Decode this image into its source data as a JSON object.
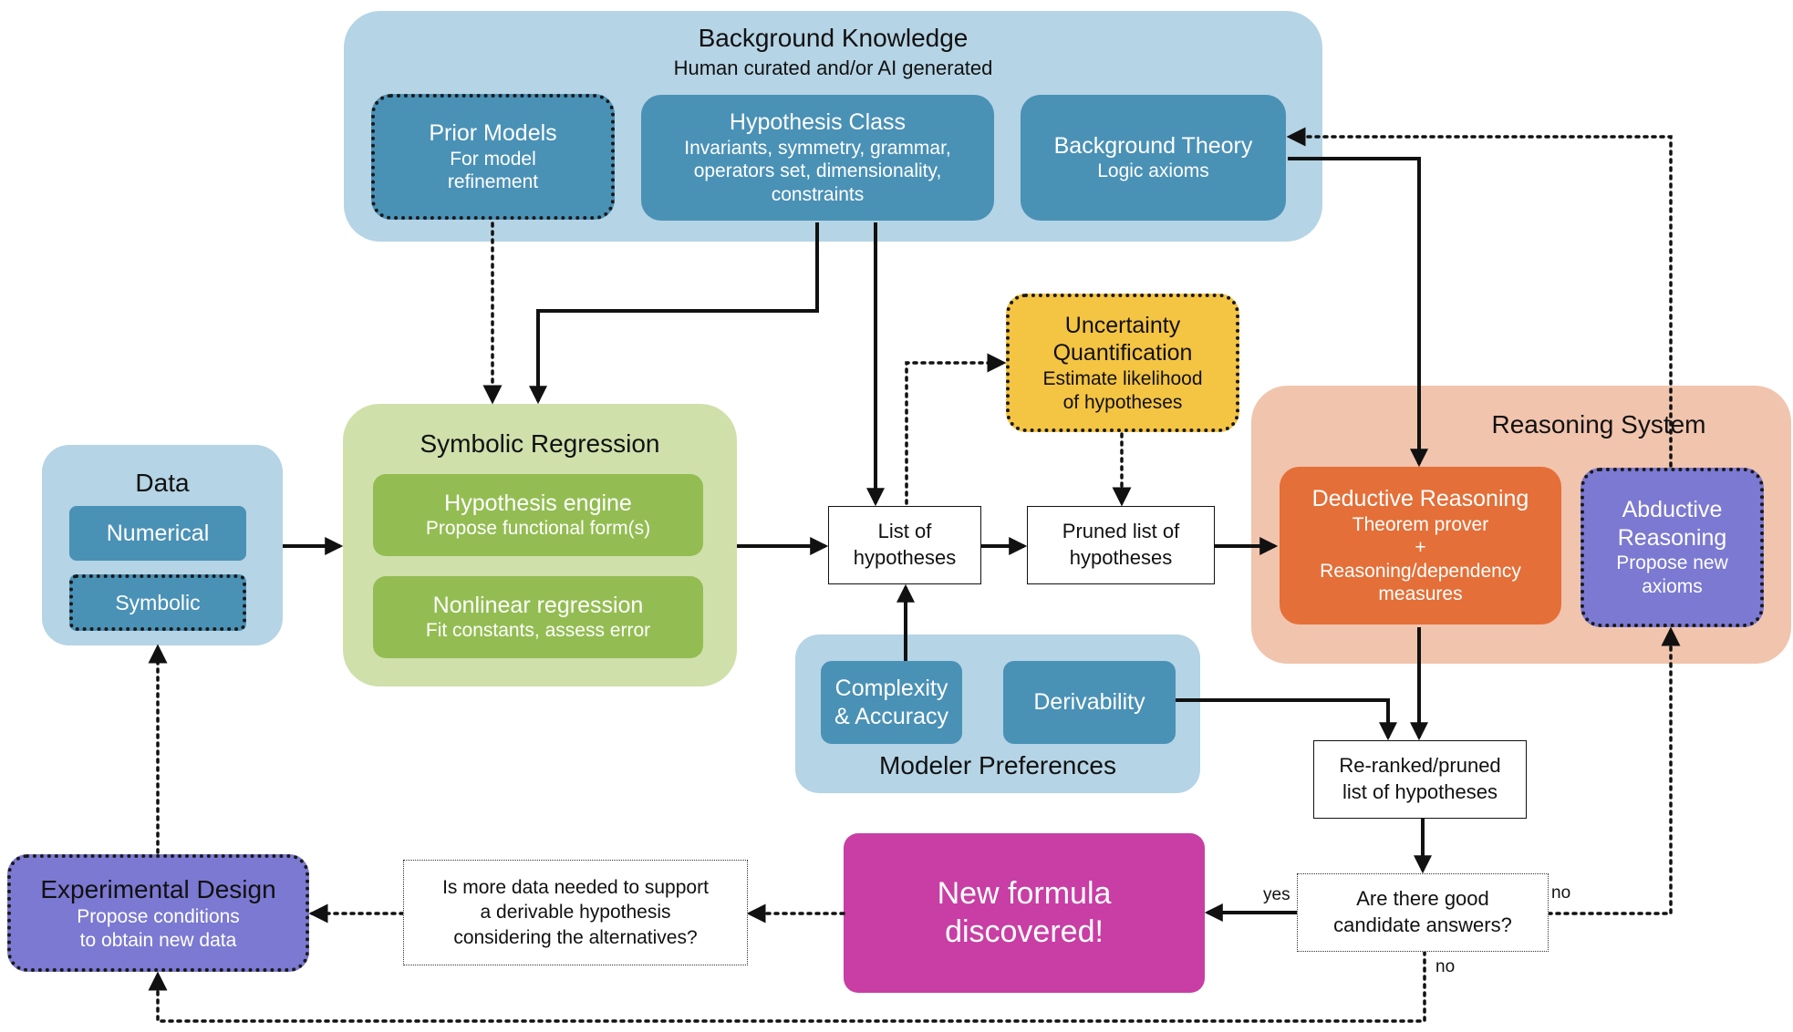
{
  "background_knowledge": {
    "title": "Background Knowledge",
    "subtitle": "Human curated and/or AI generated",
    "prior_models": {
      "title": "Prior Models",
      "line1": "For model",
      "line2": "refinement"
    },
    "hypothesis_class": {
      "title": "Hypothesis Class",
      "line1": "Invariants, symmetry, grammar,",
      "line2": "operators set, dimensionality,",
      "line3": "constraints"
    },
    "background_theory": {
      "title": "Background Theory",
      "line1": "Logic axioms"
    }
  },
  "data_group": {
    "title": "Data",
    "numerical": "Numerical",
    "symbolic": "Symbolic"
  },
  "symbolic_regression": {
    "title": "Symbolic Regression",
    "engine": {
      "title": "Hypothesis engine",
      "line1": "Propose functional form(s)"
    },
    "nonlinear": {
      "title": "Nonlinear regression",
      "line1": "Fit constants, assess error"
    }
  },
  "uncertainty": {
    "line1": "Uncertainty",
    "line2": "Quantification",
    "line3": "Estimate likelihood",
    "line4": "of hypotheses"
  },
  "list_of_hypotheses": {
    "line1": "List of",
    "line2": "hypotheses"
  },
  "pruned_list": {
    "line1": "Pruned list of",
    "line2": "hypotheses"
  },
  "modeler_preferences": {
    "title": "Modeler Preferences",
    "complexity_line1": "Complexity",
    "complexity_line2": "& Accuracy",
    "derivability": "Derivability"
  },
  "reasoning_system": {
    "title": "Reasoning System",
    "deductive": {
      "title": "Deductive Reasoning",
      "line1": "Theorem prover",
      "line2": "+",
      "line3": "Reasoning/dependency",
      "line4": "measures"
    },
    "abductive": {
      "line1": "Abductive",
      "line2": "Reasoning",
      "line3": "Propose new",
      "line4": "axioms"
    }
  },
  "reranked": {
    "line1": "Re-ranked/pruned",
    "line2": "list of hypotheses"
  },
  "decision": {
    "line1": "Are there good",
    "line2": "candidate answers?",
    "yes": "yes",
    "no_right": "no",
    "no_bottom": "no"
  },
  "new_formula": {
    "line1": "New formula",
    "line2": "discovered!"
  },
  "more_data": {
    "line1": "Is more data needed to support",
    "line2": "a derivable hypothesis",
    "line3": "considering the alternatives?"
  },
  "experimental_design": {
    "title": "Experimental Design",
    "line1": "Propose conditions",
    "line2": "to obtain new data"
  },
  "colors": {
    "light_blue": "#b5d4e5",
    "teal": "#4a91b6",
    "light_green": "#cfe0ab",
    "green": "#93bd52",
    "yellow": "#f4c443",
    "light_orange": "#f1c4ad",
    "orange": "#e46f38",
    "purple": "#7b79d1",
    "magenta": "#c83ea4"
  }
}
